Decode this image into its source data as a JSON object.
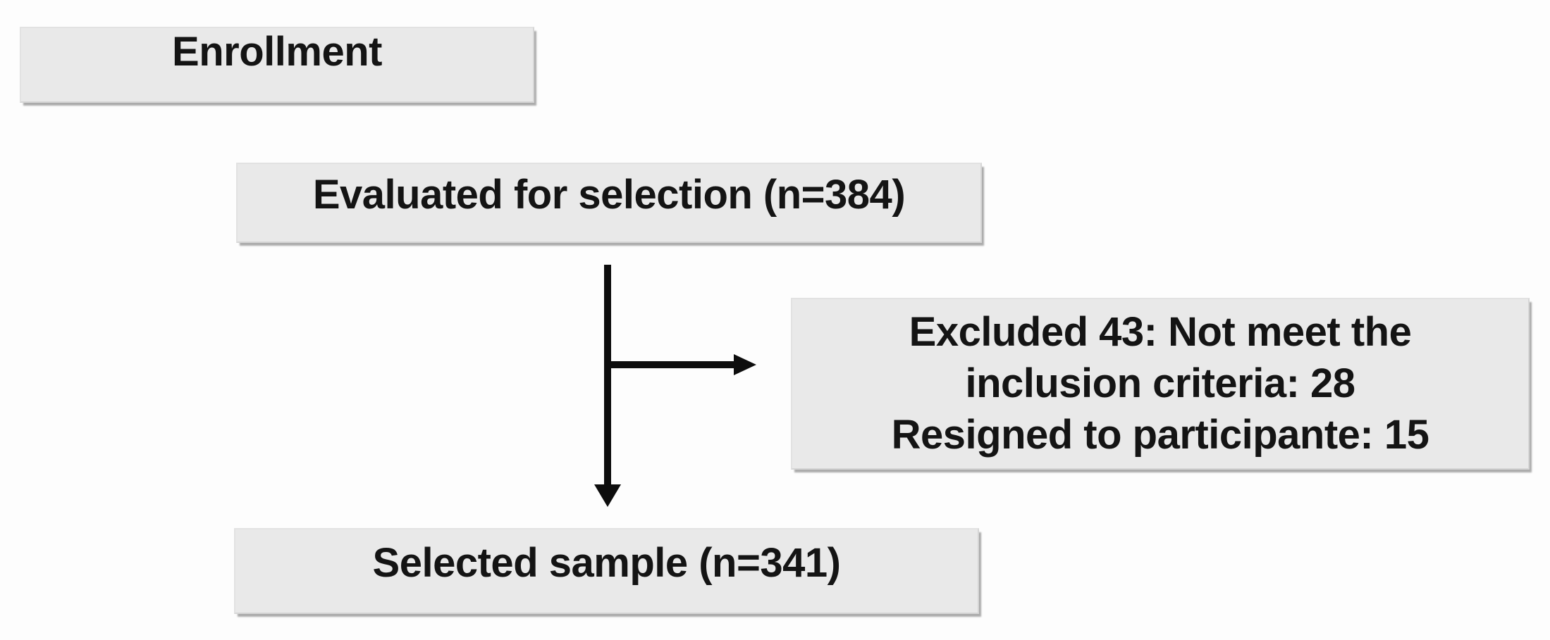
{
  "diagram": {
    "colors": {
      "background": "#fdfdfd",
      "box_fill": "#e9e9e9",
      "box_border": "#d6d6d6",
      "box_shadow": "#ababab",
      "text": "#141414",
      "arrow": "#0d0d0d"
    },
    "nodes": {
      "enrollment": {
        "label": "Enrollment"
      },
      "evaluated": {
        "label": "Evaluated for selection (n=384)"
      },
      "excluded": {
        "lines": [
          "Excluded 43: Not meet the",
          "inclusion criteria: 28",
          "Resigned to participante: 15"
        ]
      },
      "selected": {
        "label": "Selected sample (n=341)"
      }
    }
  }
}
